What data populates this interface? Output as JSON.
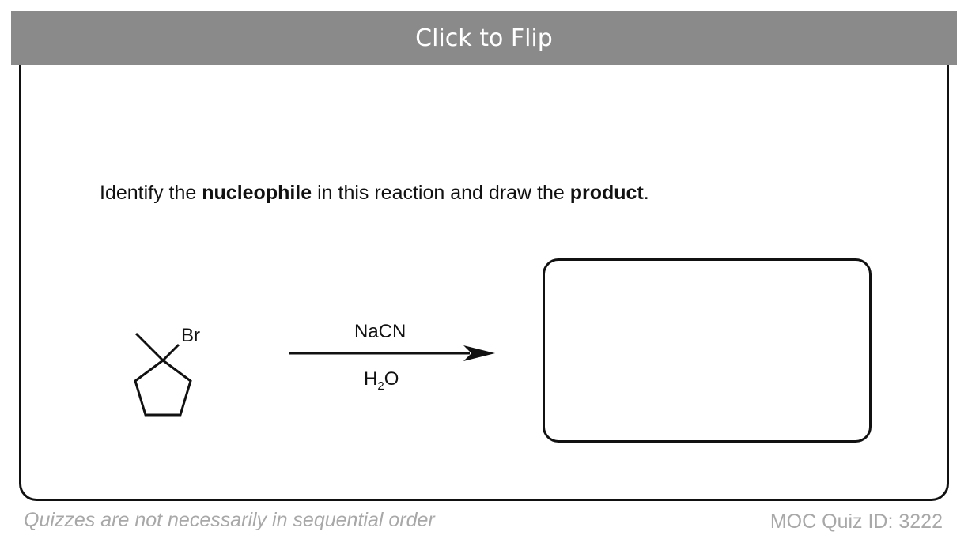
{
  "header": {
    "flip_label": "Click to Flip"
  },
  "question": {
    "prefix": "Identify the ",
    "bold1": "nucleophile",
    "middle": " in this reaction and draw the ",
    "bold2": "product",
    "suffix": "."
  },
  "reaction": {
    "substituent_label": "Br",
    "reagent_top": "NaCN",
    "reagent_bottom_main": "H",
    "reagent_bottom_sub": "2",
    "reagent_bottom_end": "O"
  },
  "footer": {
    "left_note": "Quizzes are not necessarily in sequential order",
    "quiz_id": "MOC Quiz ID: 3222"
  },
  "colors": {
    "bar": "#8a8a8a",
    "footer_text": "#a8a8a8",
    "border": "#111111"
  }
}
